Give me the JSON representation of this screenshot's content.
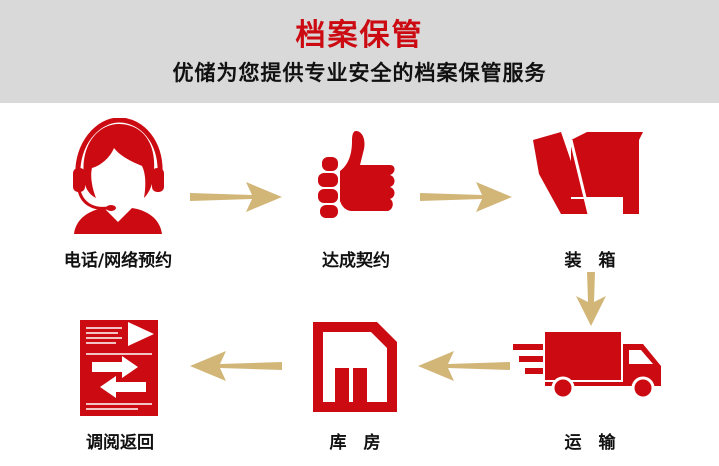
{
  "header": {
    "title": "档案保管",
    "subtitle": "优储为您提供专业安全的档案保管服务"
  },
  "steps": [
    {
      "label": "电话/网络预约",
      "icon": "customer-service-headset-icon"
    },
    {
      "label": "达成契约",
      "icon": "thumbs-up-icon"
    },
    {
      "label": "装　箱",
      "icon": "box-packing-icon"
    },
    {
      "label": "运　输",
      "icon": "delivery-truck-icon"
    },
    {
      "label": "库　房",
      "icon": "warehouse-icon"
    },
    {
      "label": "调阅返回",
      "icon": "document-exchange-icon"
    }
  ],
  "colors": {
    "header_bg": "#d9d9d9",
    "title": "#cc0a12",
    "icon_red": "#cc0a12",
    "arrow_gold": "#d2b678",
    "text": "#111111"
  }
}
